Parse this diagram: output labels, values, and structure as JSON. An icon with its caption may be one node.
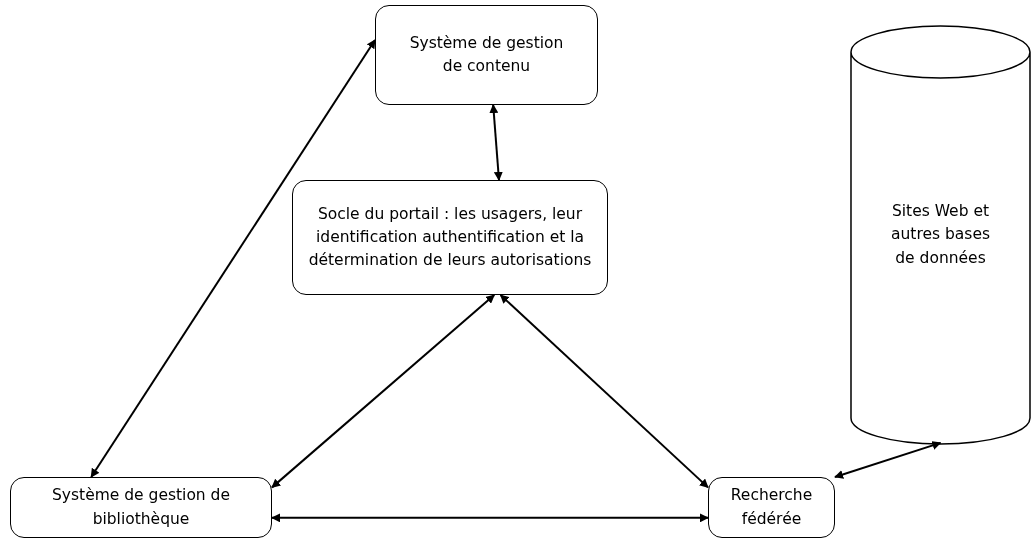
{
  "diagram": {
    "nodes": [
      {
        "text": [
          "Système de gestion de contenu"
        ]
      },
      {
        "text": [
          "Socle du portail : les usagers, leur identification authentification et la détermination de leurs autorisations"
        ]
      },
      {
        "text": [
          "Sites Web et autres bases de données"
        ]
      },
      {
        "text": [
          "Système de gestion de bibliothèque"
        ]
      },
      {
        "text": [
          "Recherche fédérée"
        ]
      }
    ],
    "edges": [
      {
        "from": 0,
        "to": 1,
        "arrow": "both"
      },
      {
        "from": 0,
        "to": 3,
        "arrow": "both"
      },
      {
        "from": 1,
        "to": 3,
        "arrow": "both"
      },
      {
        "from": 1,
        "to": 4,
        "arrow": "both"
      },
      {
        "from": 3,
        "to": 4,
        "arrow": "both"
      },
      {
        "from": 2,
        "to": 4,
        "arrow": "both"
      }
    ]
  }
}
